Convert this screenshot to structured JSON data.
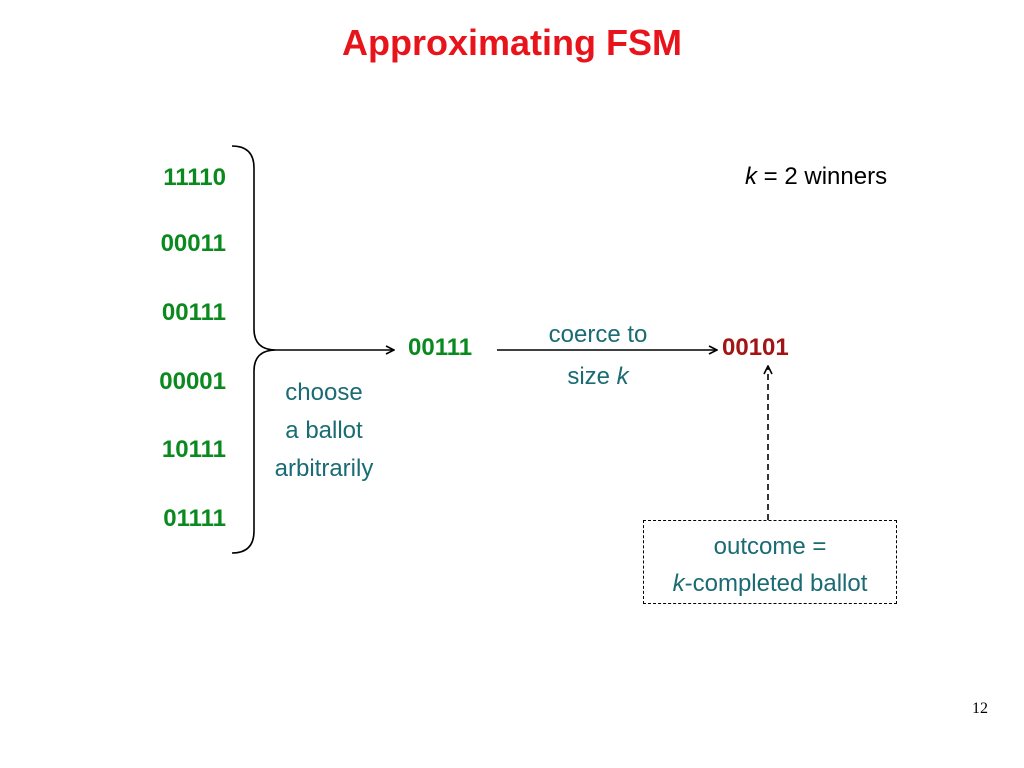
{
  "title": "Approximating FSM",
  "ballots": [
    "11110",
    "00011",
    "00111",
    "00001",
    "10111",
    "01111"
  ],
  "chosen_ballot": "00111",
  "result_ballot": "00101",
  "choose_label": {
    "line1": "choose",
    "line2": "a ballot",
    "line3": "arbitrarily"
  },
  "coerce_label": {
    "line1": "coerce to",
    "line2_prefix": "size ",
    "line2_var": "k"
  },
  "winners": {
    "var": "k",
    "text": " = 2 winners"
  },
  "outcome": {
    "line1": "outcome =",
    "line2_var": "k",
    "line2_text": "-completed ballot"
  },
  "page_number": "12",
  "colors": {
    "title": "#e8141b",
    "ballot": "#0a8a1e",
    "result": "#a31515",
    "label": "#1a6b73"
  }
}
